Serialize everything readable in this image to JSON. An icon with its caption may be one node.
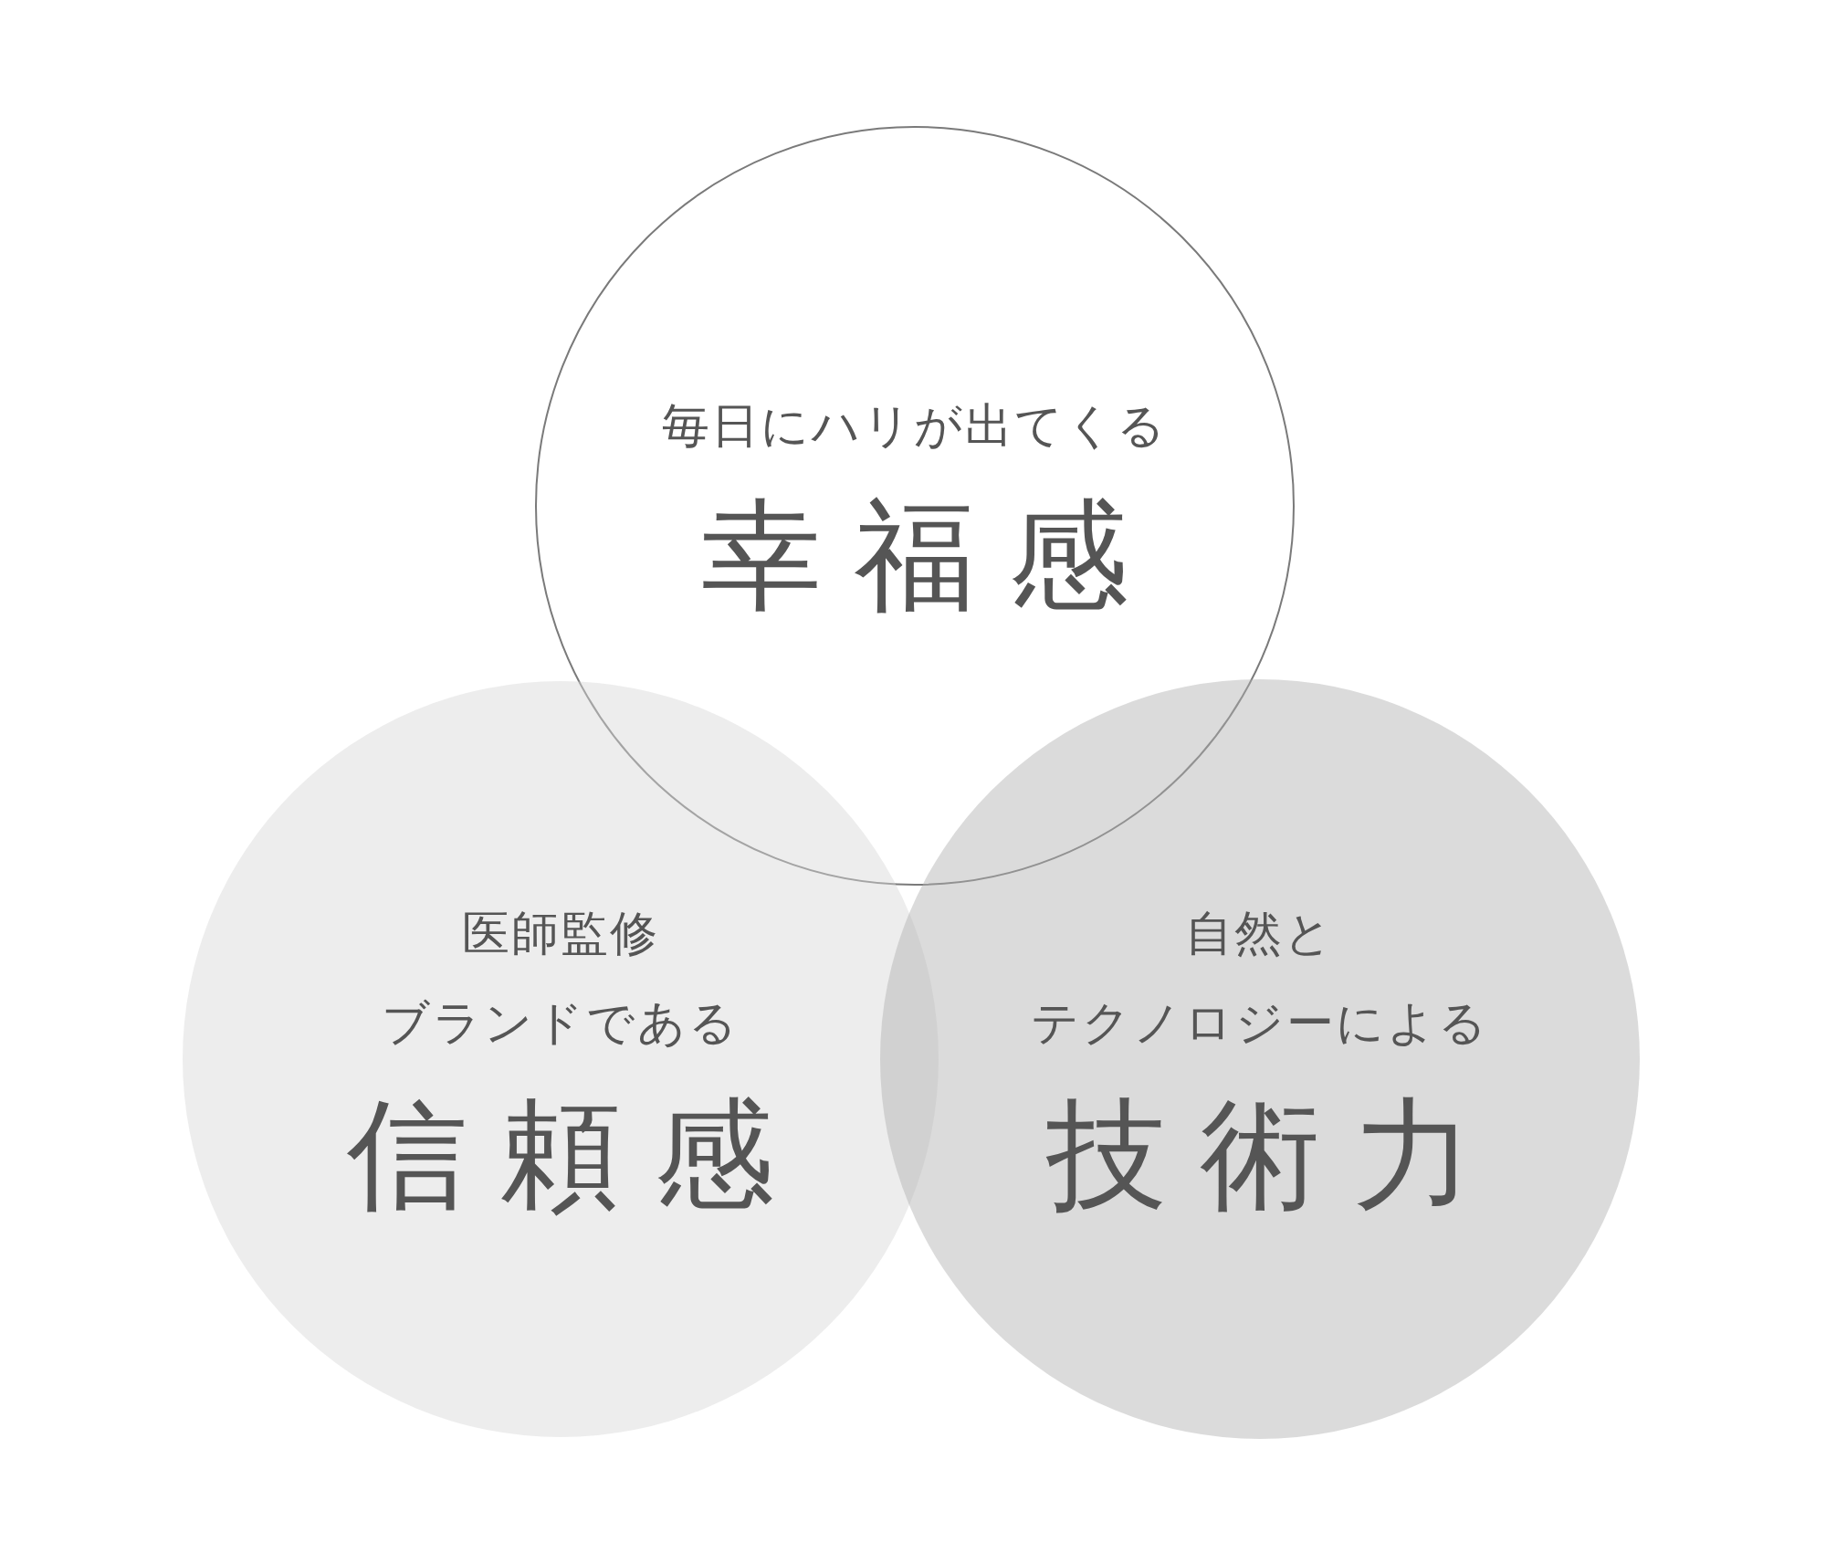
{
  "diagram": {
    "nodes": [
      {
        "text": [
          "毎日にハリが出てくる",
          "幸福感"
        ]
      },
      {
        "text": [
          "医師監修",
          "ブランドである",
          "信頼感"
        ]
      },
      {
        "text": [
          "自然と",
          "テクノロジーによる",
          "技術力"
        ]
      }
    ]
  }
}
